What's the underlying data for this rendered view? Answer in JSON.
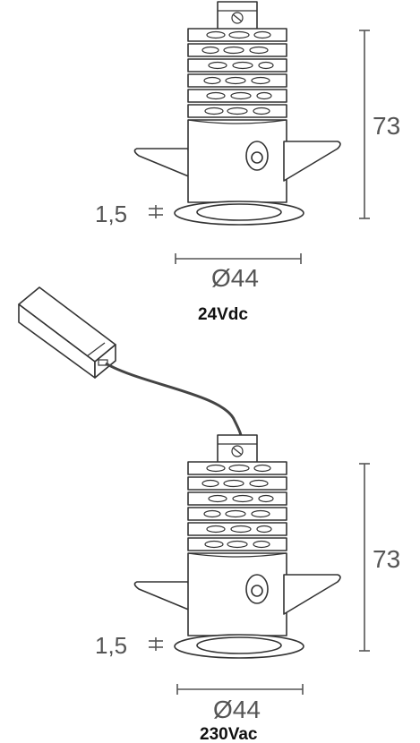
{
  "top_variant": {
    "height_label": "73",
    "flange_label": "1,5",
    "diameter_label": "Ø44",
    "caption": "24Vdc"
  },
  "bottom_variant": {
    "height_label": "73",
    "flange_label": "1,5",
    "diameter_label": "Ø44",
    "caption": "230Vac"
  }
}
